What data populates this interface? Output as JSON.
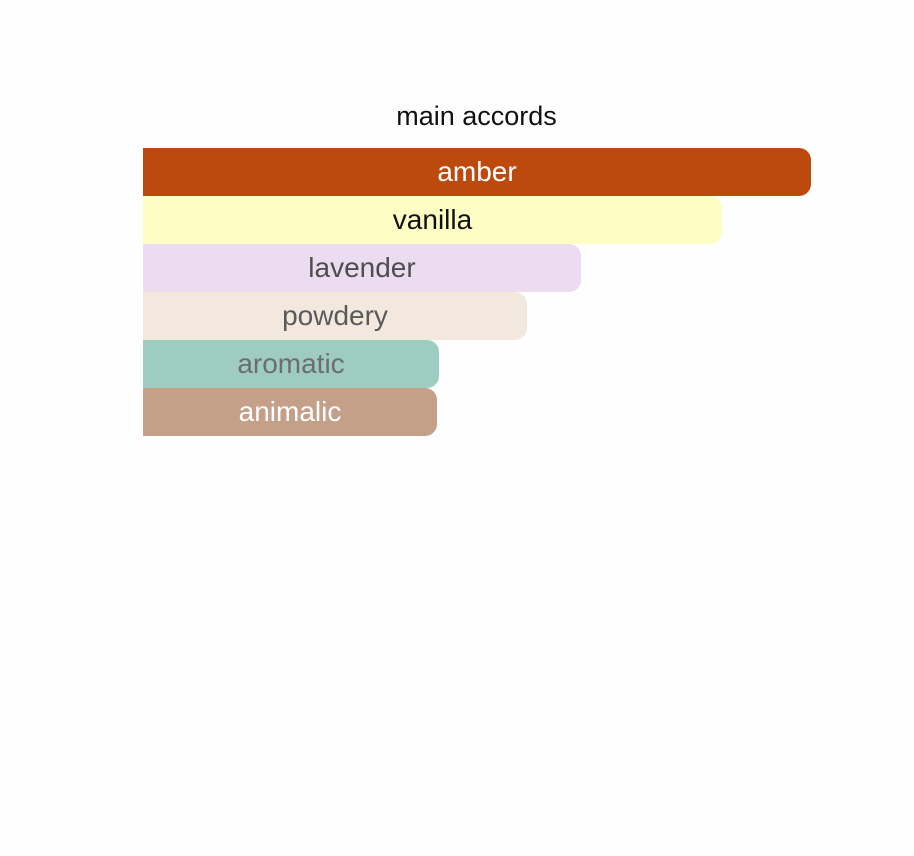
{
  "chart_data": {
    "type": "bar",
    "orientation": "horizontal",
    "title": "main accords",
    "categories": [
      "amber",
      "vanilla",
      "lavender",
      "powdery",
      "aromatic",
      "animalic"
    ],
    "values": [
      100,
      86.7,
      65.6,
      57.5,
      44.3,
      44.0
    ],
    "xlim": [
      0,
      100
    ],
    "grid": false,
    "legend": false,
    "colors": [
      "#bc4a0f",
      "#fefdc4",
      "#ecdcf1",
      "#f3e8dd",
      "#9fccc0",
      "#c5a088"
    ],
    "label_colors": [
      "#ffffff",
      "#111111",
      "#4e4e4e",
      "#5a5a5a",
      "#6d6d6d",
      "#ffffff"
    ]
  }
}
